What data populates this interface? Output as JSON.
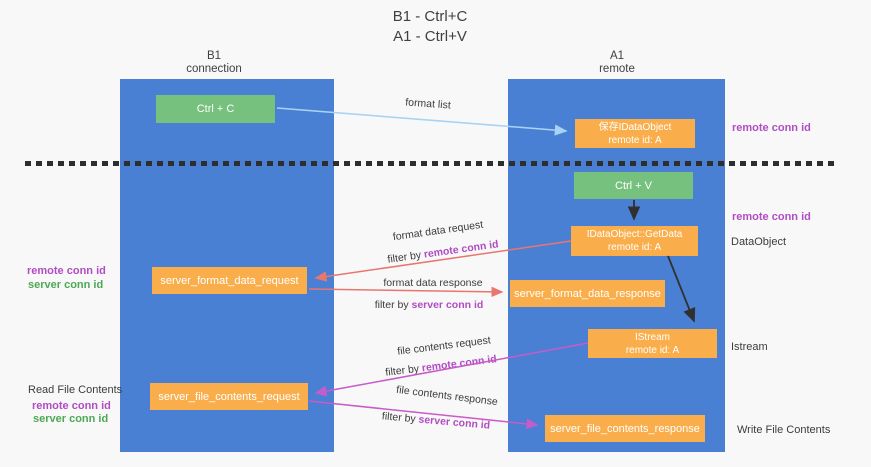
{
  "title": {
    "line1": "B1 - Ctrl+C",
    "line2": "A1 - Ctrl+V"
  },
  "lanes": {
    "left": {
      "name": "B1",
      "role": "connection"
    },
    "right": {
      "name": "A1",
      "role": "remote"
    }
  },
  "boxes": {
    "ctrl_c": {
      "label": "Ctrl + C"
    },
    "save_idataobject": {
      "line1": "保存IDataObject",
      "line2": "remote id: A"
    },
    "ctrl_v": {
      "label": "Ctrl + V"
    },
    "getdata": {
      "line1": "IDataObject::GetData",
      "line2": "remote id: A"
    },
    "istream": {
      "line1": "IStream",
      "line2": "remote id: A"
    },
    "server_format_data_request": {
      "label": "server_format_data_request"
    },
    "server_format_data_response": {
      "label": "server_format_data_response"
    },
    "server_file_contents_request": {
      "label": "server_file_contents_request"
    },
    "server_file_contents_response": {
      "label": "server_file_contents_response"
    }
  },
  "side_labels": {
    "right_remote_conn_id_top": "remote conn id",
    "right_remote_conn_id_mid": "remote conn id",
    "data_object": "DataObject",
    "istream": "Istream",
    "write_file_contents": "Write File Contents",
    "left_remote_conn_id_top": "remote conn id",
    "left_server_conn_id_top": "server conn id",
    "read_file_contents": "Read File Contents",
    "left_remote_conn_id_bottom": "remote conn id",
    "left_server_conn_id_bottom": "server conn id"
  },
  "arrow_labels": {
    "format_list": "format list",
    "format_data_request": "format data request",
    "filter_by_1": "filter by ",
    "filter_value_1": "remote conn id",
    "format_data_response": "format data response",
    "filter_by_2": "filter by ",
    "filter_value_2": "server conn id",
    "file_contents_request": "file contents request",
    "filter_by_3": "filter by ",
    "filter_value_3": "remote conn id",
    "file_contents_response": "file contents response",
    "filter_by_4": "filter by ",
    "filter_value_4": "server conn id"
  },
  "colors": {
    "lane_blue": "#4a80d4",
    "box_orange": "#f9ae4b",
    "box_green": "#77c17e",
    "purple_label": "#b14cc3",
    "green_label": "#4da854",
    "arrow_blue": "#a9d3f2",
    "arrow_salmon": "#e8766f",
    "arrow_magenta": "#c75bc8",
    "arrow_black": "#303030"
  }
}
